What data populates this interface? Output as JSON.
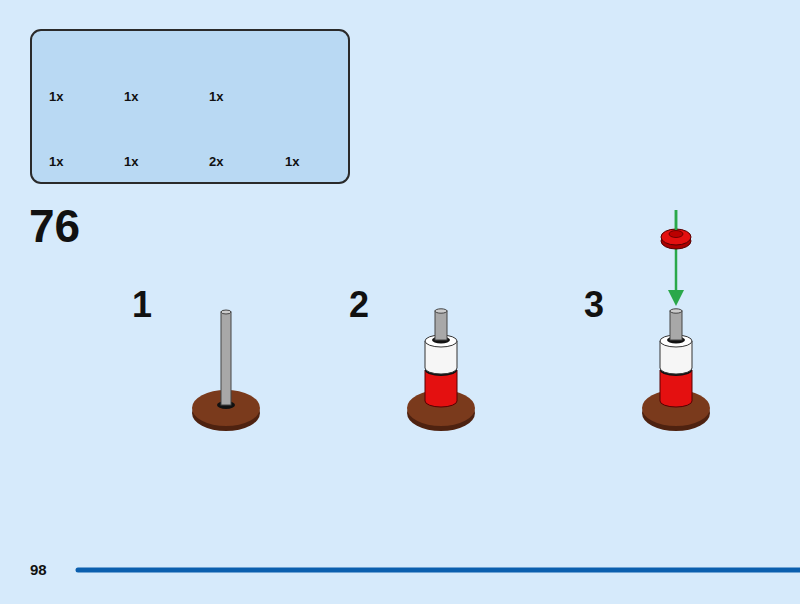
{
  "diagram": {
    "nodes": [
      {
        "text": [
          "1x",
          "1x",
          "1x",
          "1x",
          "1x",
          "2x",
          "1x"
        ]
      }
    ],
    "labels": [
      "76",
      "1",
      "2",
      "3",
      "98"
    ]
  }
}
